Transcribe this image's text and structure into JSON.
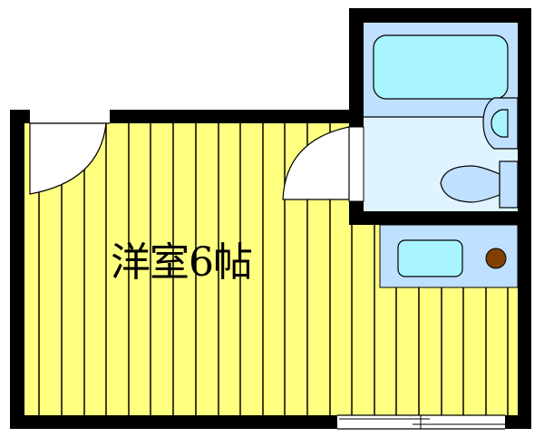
{
  "floor_plan": {
    "room_label": "洋室6帖",
    "room_type": "洋室",
    "room_size_tatami": 6,
    "colors": {
      "floor": "#ffff80",
      "wall": "#000000",
      "bath_area": "#c0e0ff",
      "toilet_area": "#e0f4ff",
      "fixture": "#a8f4ff",
      "kitchen_counter": "#c0e0ff",
      "stove": "#804000"
    },
    "fixtures": [
      "bathtub",
      "washbasin",
      "toilet",
      "kitchen-sink",
      "stove-burner"
    ],
    "openings": [
      "entrance-door",
      "bathroom-door",
      "window"
    ]
  }
}
